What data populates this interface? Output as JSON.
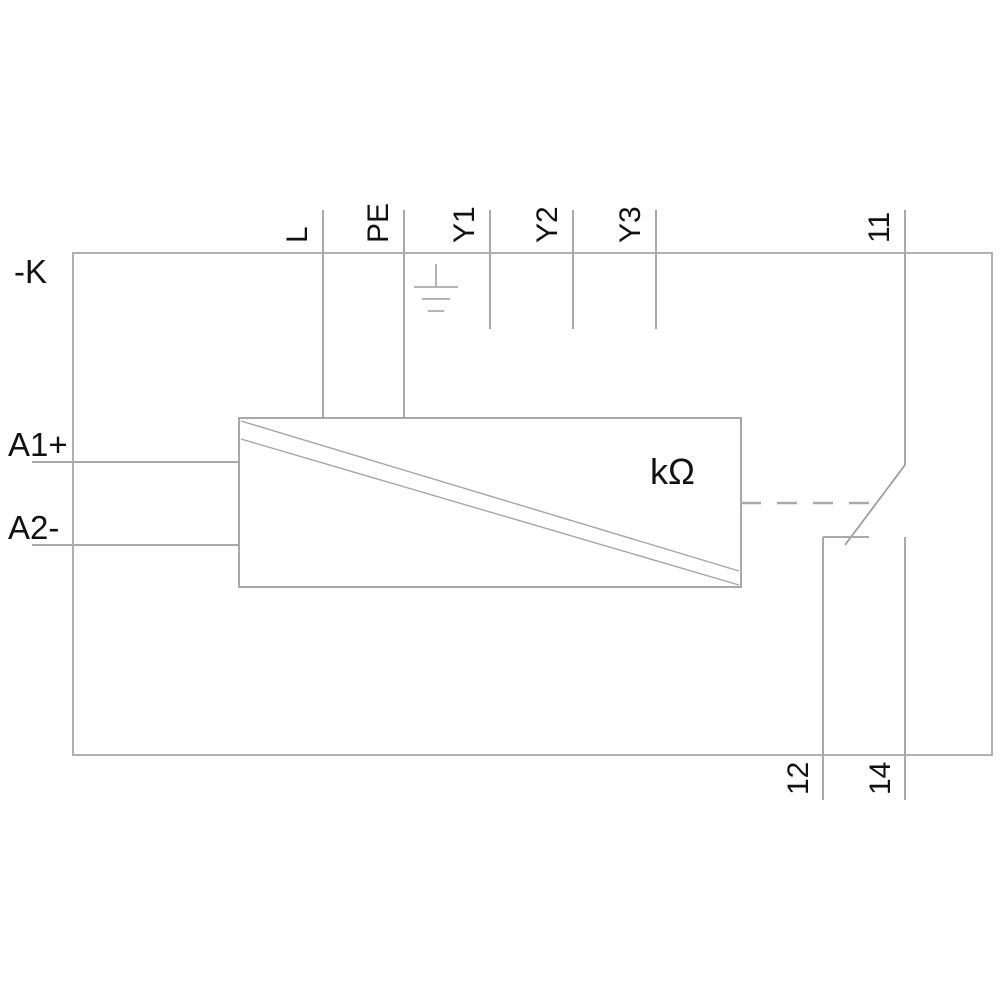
{
  "diagram": {
    "title": "-K",
    "device_designation": "-K",
    "unit_label": "kΩ",
    "colors": {
      "line": "#a9a9a9",
      "frame": "#b0b0b0",
      "text": "#111111",
      "background": "#ffffff"
    },
    "left_terminals": [
      {
        "id": "a1",
        "label": "A1+"
      },
      {
        "id": "a2",
        "label": "A2-"
      }
    ],
    "top_terminals": [
      {
        "id": "l",
        "label": "L"
      },
      {
        "id": "pe",
        "label": "PE",
        "symbol": "earth-ground"
      },
      {
        "id": "y1",
        "label": "Y1"
      },
      {
        "id": "y2",
        "label": "Y2"
      },
      {
        "id": "y3",
        "label": "Y3"
      }
    ],
    "contact_terminals": [
      {
        "id": "t11",
        "label": "11",
        "position": "top"
      },
      {
        "id": "t12",
        "label": "12",
        "position": "bottom"
      },
      {
        "id": "t14",
        "label": "14",
        "position": "bottom"
      }
    ],
    "symbols": {
      "mechanical_link": "dashed-line",
      "changeover_contact": "spdt-switch",
      "earth_ground": "protective-earth"
    }
  }
}
